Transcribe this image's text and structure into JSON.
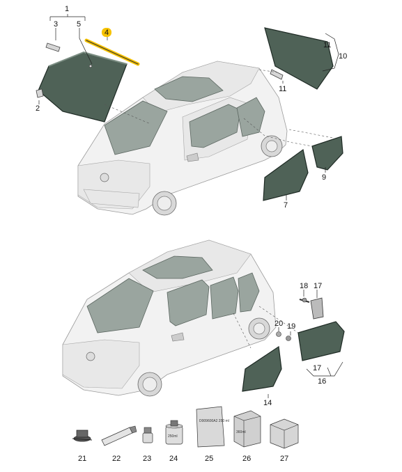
{
  "callouts": {
    "n1": "1",
    "n2": "2",
    "n3": "3",
    "n4": "4",
    "n5": "5",
    "n7": "7",
    "n9": "9",
    "n10": "10",
    "n11a": "11",
    "n11b": "11",
    "n14": "14",
    "n16": "16",
    "n17a": "17",
    "n17b": "17",
    "n18": "18",
    "n19": "19",
    "n20": "20",
    "n21": "21",
    "n22": "22",
    "n23": "23",
    "n24": "24",
    "n25": "25",
    "n26": "26",
    "n27": "27"
  },
  "package_labels": {
    "can24": "250ml",
    "bag25": "D009600A2 250 ml",
    "box26": "360ml"
  },
  "colors": {
    "highlight": "#f6c200",
    "glass": "#4f6257",
    "outline": "#9a9a9a"
  }
}
